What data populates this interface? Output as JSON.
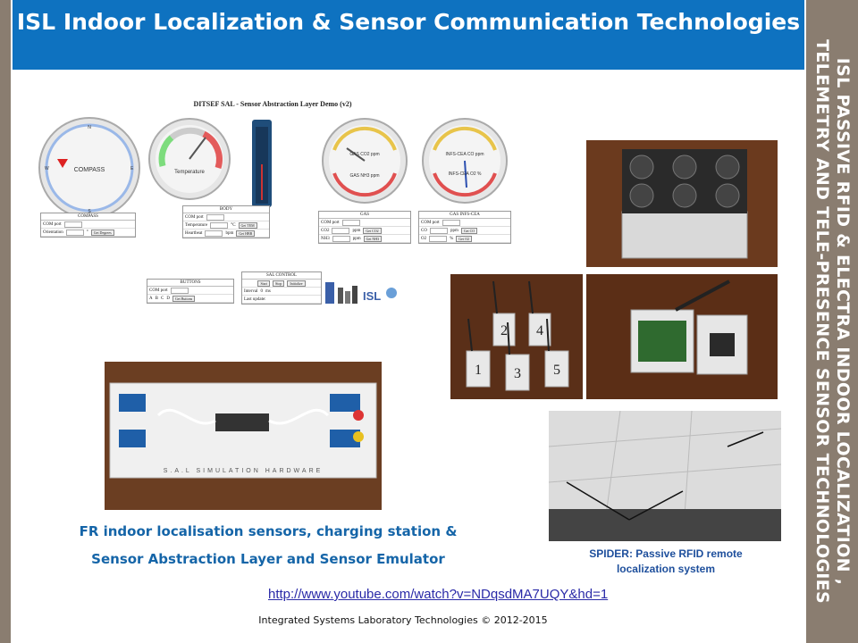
{
  "slide": {
    "title": "ISL Indoor Localization & Sensor Communication Technologies",
    "side_title": "ISL  PASSIVE RFID & ELECTRA INDOOR LOCALIZATION , TELEMETRY  AND TELE-PRESENCE SENSOR TECHNOLOGIES",
    "colors": {
      "header": "#0e72c0",
      "side_bar": "#8a7d70",
      "caption": "#1565a8"
    }
  },
  "sal_demo": {
    "title": "DITSEF SAL - Sensor Abstraction Layer Demo (v2)",
    "gauges": [
      {
        "label": "COMPASS"
      },
      {
        "label": "Temperature"
      },
      {
        "label": "GAS CO2 ppm",
        "label2": "GAS NH3 ppm"
      },
      {
        "label": "INFS-CEA CO ppm",
        "label2": "INFS-CEA O2 %"
      }
    ],
    "panels": {
      "compass": {
        "title": "COMPASS",
        "rows": [
          "COM port",
          "Orientation"
        ],
        "unit": "°",
        "button": "Get Degrees"
      },
      "body": {
        "title": "BODY",
        "rows": [
          "COM port",
          "Temperature",
          "Heartbeat"
        ],
        "units": [
          "",
          "°C",
          "bpm"
        ],
        "buttons": [
          "Get TEM",
          "Get HBR"
        ]
      },
      "gas": {
        "title": "GAS",
        "rows": [
          "COM port",
          "CO2",
          "NH3"
        ],
        "units": [
          "",
          "ppm",
          "ppm"
        ],
        "buttons": [
          "Get CO2",
          "Get NH3"
        ]
      },
      "gas_infs": {
        "title": "GAS INFS-CEA",
        "rows": [
          "COM port",
          "CO",
          "O2"
        ],
        "units": [
          "",
          "ppm",
          "%"
        ],
        "buttons": [
          "Get CO",
          "Get O2"
        ]
      },
      "buttons": {
        "title": "BUTTONS",
        "rows": [
          "COM port"
        ],
        "keys": [
          "A",
          "B",
          "C",
          "D"
        ],
        "button": "Get Buttons"
      },
      "sal_control": {
        "title": "SAL CONTROL",
        "buttons": [
          "Start",
          "Stop",
          "Initialize"
        ],
        "rows": [
          "Interval",
          "Last update:"
        ],
        "interval_value": "0",
        "interval_unit": "ms"
      }
    },
    "logo_text": "ISL"
  },
  "photos": {
    "sensor_numbers": [
      "2",
      "4",
      "1",
      "3",
      "5"
    ],
    "board_label": "S.A.L SIMULATION HARDWARE"
  },
  "captions": {
    "fr_line1": "FR indoor localisation  sensors, charging station  &",
    "fr_line2": "Sensor Abstraction Layer and Sensor Emulator",
    "spider_line1": "SPIDER:  Passive RFID remote",
    "spider_line2": "localization system"
  },
  "link": {
    "url": "http://www.youtube.com/watch?v=NDqsdMA7UQY&hd=1"
  },
  "footer": {
    "text": "Integrated Systems Laboratory Technologies © 2012-2015"
  }
}
